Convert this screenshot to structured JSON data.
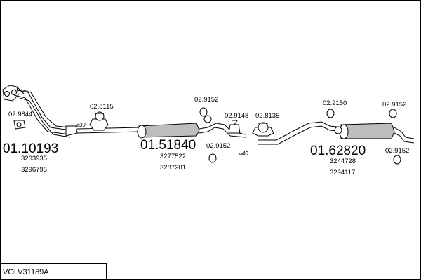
{
  "diagram": {
    "code": "VOLV31189A",
    "groups": [
      {
        "main": "01.10193",
        "refs": [
          "3203935",
          "3296795"
        ]
      },
      {
        "main": "01.51840",
        "refs": [
          "3277522",
          "3287201"
        ]
      },
      {
        "main": "01.62820",
        "refs": [
          "3244728",
          "3294117"
        ]
      }
    ],
    "parts": {
      "p1": "02.9844",
      "p2": "02.8115",
      "p3": "02.9152",
      "p4": "02.9148",
      "p5": "02.8135",
      "p6": "02.9152",
      "p7": "02.9150",
      "p8": "02.9152",
      "p9": "02.9152"
    },
    "dims": {
      "d1": "⌀39",
      "d2": "⌀40"
    }
  }
}
